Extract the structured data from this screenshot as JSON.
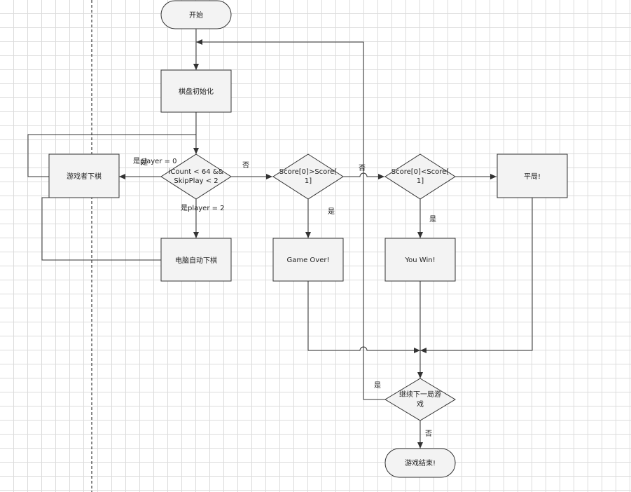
{
  "flowchart": {
    "start": "开始",
    "init": "棋盘初始化",
    "condition": [
      "iCount < 64 &&",
      "SkipPlay < 2"
    ],
    "player_move": "游戏者下棋",
    "computer_move": "电脑自动下棋",
    "check_score_gt": [
      "Score[0]>Score[",
      "1]"
    ],
    "check_score_lt": [
      "Score[0]<Score[",
      "1]"
    ],
    "draw": "平局!",
    "game_over": "Game Over!",
    "you_win": "You Win!",
    "continue_q": [
      "继续下一局游",
      "戏"
    ],
    "end": "游戏结束!"
  },
  "edge_labels": {
    "player_0": "是player = 0",
    "yes_overlap": "是",
    "player_2": "是player = 2",
    "no_1": "否",
    "no_2": "否",
    "yes_gameover": "是",
    "yes_youwin": "是",
    "yes_continue": "是",
    "no_end": "否"
  }
}
